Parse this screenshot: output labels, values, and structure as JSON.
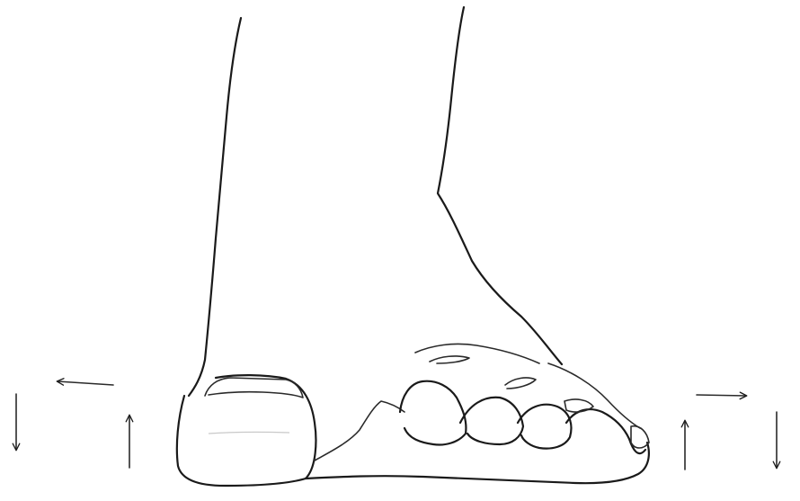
{
  "drawing": {
    "subject": "foot-sketch",
    "ink_color": "#1a1a1a",
    "background": "#ffffff",
    "arrows": [
      {
        "id": "left-outer",
        "direction": "left"
      },
      {
        "id": "left-down",
        "direction": "down"
      },
      {
        "id": "left-up",
        "direction": "up"
      },
      {
        "id": "right-outer",
        "direction": "right"
      },
      {
        "id": "right-up",
        "direction": "up"
      },
      {
        "id": "right-down",
        "direction": "down"
      }
    ]
  }
}
